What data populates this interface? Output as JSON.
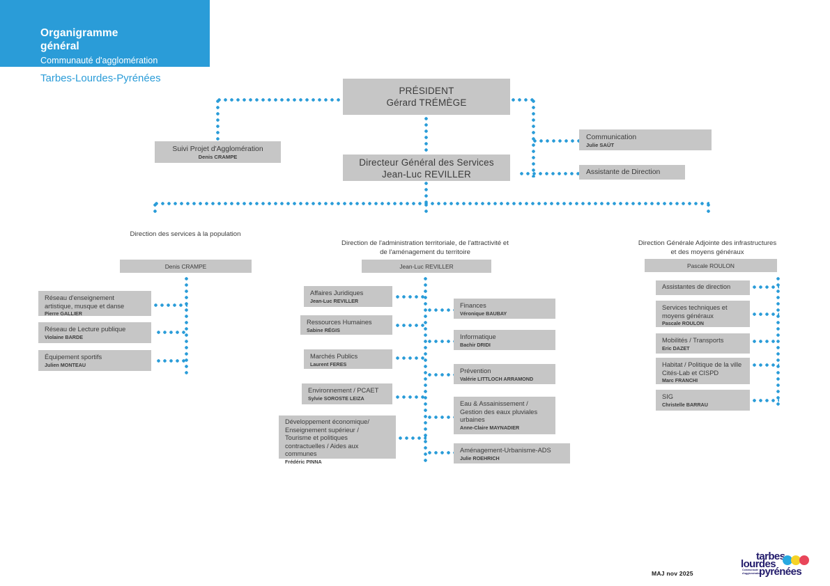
{
  "header": {
    "title_line1": "Organigramme",
    "title_line2": "général",
    "subtitle": "Communauté d'agglomération",
    "city": "Tarbes-Lourdes-Pyrénées"
  },
  "top": {
    "president": {
      "role": "PRÉSIDENT",
      "name": "Gérard TRÉMÈGE"
    },
    "dgs": {
      "role": "Directeur Général des Services",
      "name": "Jean-Luc REVILLER"
    },
    "suivi": {
      "role": "Suivi Projet d'Agglomération",
      "name": "Denis CRAMPE"
    },
    "communication": {
      "role": "Communication",
      "name": "Julie SAÜT"
    },
    "assistante": {
      "role": "Assistante de Direction",
      "name": ""
    }
  },
  "columns": [
    {
      "title": "Direction des services à la population",
      "head_name": "Denis CRAMPE",
      "items": [
        {
          "role": "Réseau d'enseignement\nartistique, musque et danse",
          "name": "Pierre GALLIER"
        },
        {
          "role": "Réseau de Lecture publique",
          "name": "Violaine BARDE"
        },
        {
          "role": "Équipement sportifs",
          "name": "Julien MONTEAU"
        }
      ]
    },
    {
      "title": "Direction de l'administration territoriale, de l'attractivité et\nde l'aménagement du territoire",
      "head_name": "Jean-Luc REVILLER",
      "items_left": [
        {
          "role": "Affaires Juridiques",
          "name": "Jean-Luc REVILLER"
        },
        {
          "role": "Ressources Humaines",
          "name": "Sabine RÉGIS"
        },
        {
          "role": "Marchés Publics",
          "name": "Laurent FERES"
        },
        {
          "role": "Environnement / PCAET",
          "name": "Sylvie SOROSTE LEIZA"
        },
        {
          "role": "Développement économique/\nEnseignement supérieur /\nTourisme et politiques\ncontractuelles / Aides aux communes",
          "name": "Frédéric PINNA"
        }
      ],
      "items_right": [
        {
          "role": "Finances",
          "name": "Véronique BAUBAY"
        },
        {
          "role": "Informatique",
          "name": "Bachir DRIDI"
        },
        {
          "role": "Prévention",
          "name": "Valérie LITTLOCH ARRAMOND"
        },
        {
          "role": "Eau & Assainissement /\nGestion des eaux pluviales\nurbaines",
          "name": "Anne-Claire MAYNADIER"
        },
        {
          "role": "Aménagement-Urbanisme-ADS",
          "name": "Julie ROEHRICH"
        }
      ]
    },
    {
      "title": "Direction Générale Adjointe des infrastructures\net des moyens généraux",
      "head_name": "Pascale ROULON",
      "items": [
        {
          "role": "Assistantes de direction",
          "name": ""
        },
        {
          "role": "Services techniques et\nmoyens généraux",
          "name": "Pascale ROULON"
        },
        {
          "role": "Mobilités / Transports",
          "name": "Eric DAZET"
        },
        {
          "role": "Habitat / Politique de la ville\nCités-Lab et CISPD",
          "name": "Marc FRANCHI"
        },
        {
          "role": "SIG",
          "name": "Christelle BARRAU"
        }
      ]
    }
  ],
  "footer": {
    "maj": "MAJ nov 2025",
    "logo": {
      "word1": "tarbes",
      "word2": "lourdes",
      "word3": "pyrénées",
      "tagline": "Communauté d'agglomération",
      "dot_colors": [
        "#27a9e1",
        "#f5d327",
        "#e8465a"
      ]
    }
  },
  "colors": {
    "accent": "#2a9cd8",
    "box": "#c6c6c6",
    "text": "#3b3b3b",
    "logo_navy": "#221b6b"
  }
}
